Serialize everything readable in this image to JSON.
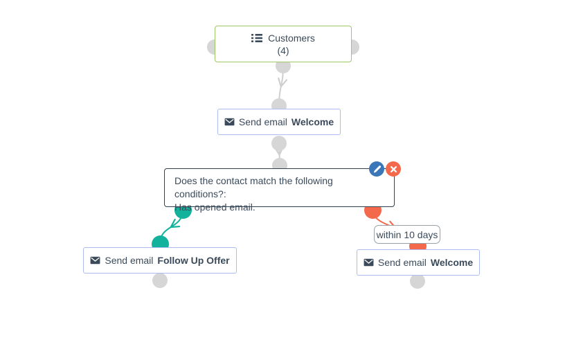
{
  "colors": {
    "node_text": "#3b4a5a",
    "customers_node_border": "#9dc868",
    "email_node_border": "#aebbef",
    "condition_node_border": "#2e3f50",
    "teal_branch": "#13b29c",
    "coral_branch": "#f4694c",
    "edit_button": "#3a76b8",
    "delete_button": "#f4694c",
    "gray_connector": "#cfcfcf",
    "gray_endpoint": "#d6d6d6",
    "edge_label_border": "#98a1a8"
  },
  "flow": {
    "customers": {
      "label": "Customers",
      "count": "(4)"
    },
    "email_welcome_1": {
      "prefix": "Send email",
      "name": "Welcome"
    },
    "condition": {
      "question": "Does the contact match the following conditions?:",
      "criteria": "Has opened email."
    },
    "email_followup": {
      "prefix": "Send email",
      "name": "Follow Up Offer"
    },
    "email_welcome_2": {
      "prefix": "Send email",
      "name": "Welcome"
    },
    "edge_label_within": "within 10 days"
  }
}
